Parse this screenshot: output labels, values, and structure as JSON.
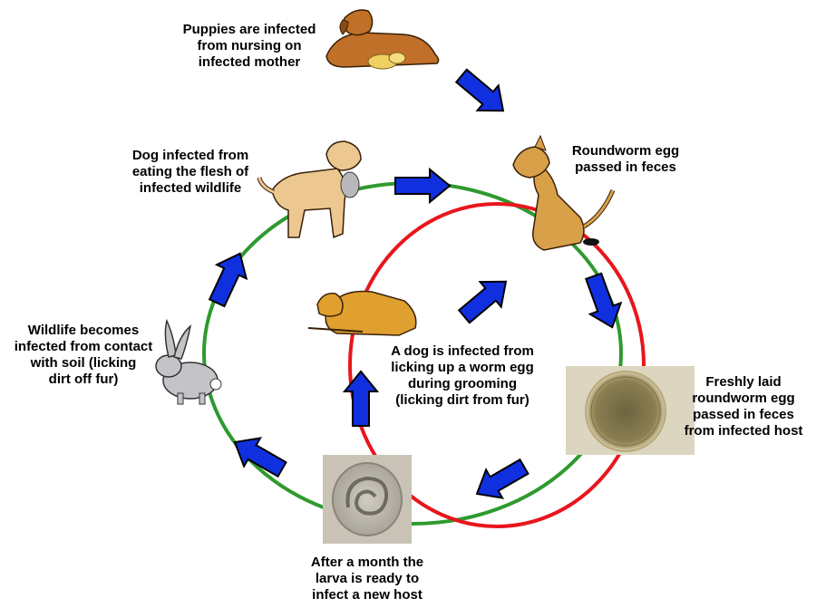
{
  "labels": {
    "puppies": [
      "Puppies are infected",
      "from nursing on",
      "infected mother"
    ],
    "roundworm_passed": [
      "Roundworm egg",
      "passed in feces"
    ],
    "dog_wildlife": [
      "Dog infected from",
      "eating the flesh of",
      "infected wildlife"
    ],
    "wildlife": [
      "Wildlife becomes",
      "infected from contact",
      "with soil (licking",
      "dirt off fur)"
    ],
    "grooming": [
      "A dog is infected from",
      "licking up a worm egg",
      "during grooming",
      "(licking dirt from fur)"
    ],
    "fresh_egg": [
      "Freshly laid",
      "roundworm egg",
      "passed in feces",
      "from infected host"
    ],
    "larva": [
      "After a month the",
      "larva is ready to",
      "infect a new host"
    ]
  },
  "colors": {
    "green_cycle": "#2e9a2e",
    "red_cycle": "#e8161c",
    "arrow_fill": "#1030e0",
    "arrow_stroke": "#000000",
    "dog_tan": "#e0b060",
    "dog_brown": "#c07028",
    "rabbit": "#c4c4c8",
    "egg_bg": "#dcd6c0"
  }
}
